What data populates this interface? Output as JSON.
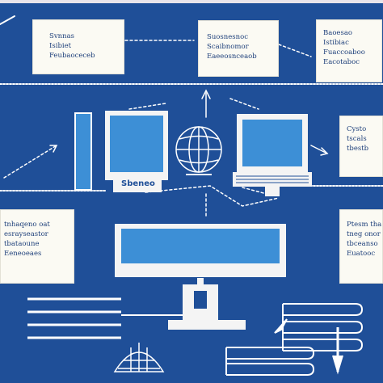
{
  "colors": {
    "background": "#1f4f98",
    "panel": "#fbfaf3",
    "screen": "#3d8fd6",
    "line": "#ffffff",
    "text": "#1d3f7a"
  },
  "boxes": {
    "top_left": [
      "Svnnas",
      "Isibiet",
      "Feubaoceceb"
    ],
    "top_center": [
      "Suosnesnoc",
      "Scaibnomor",
      "Eaeeosnceaob"
    ],
    "top_right": [
      "Baoesao",
      "Istibiac",
      "Fuaccoaboo",
      "Eacotaboc"
    ],
    "mid_right": [
      "Cysto",
      "tscals",
      "tbestb"
    ],
    "lower_left": [
      "tnhaqeno oat",
      "esrayseastor",
      "tbataoune",
      "Eeneoeaes"
    ],
    "lower_right": [
      "Ptesm tha",
      "tneg onor",
      "tbceanso",
      "Euatooc"
    ]
  },
  "labels": {
    "computer_left_caption": "Sbeneo"
  },
  "icons": [
    "desktop-computer-icon",
    "globe-icon",
    "monitor-icon",
    "large-monitor-icon",
    "dome-icon",
    "arrow-icon"
  ]
}
